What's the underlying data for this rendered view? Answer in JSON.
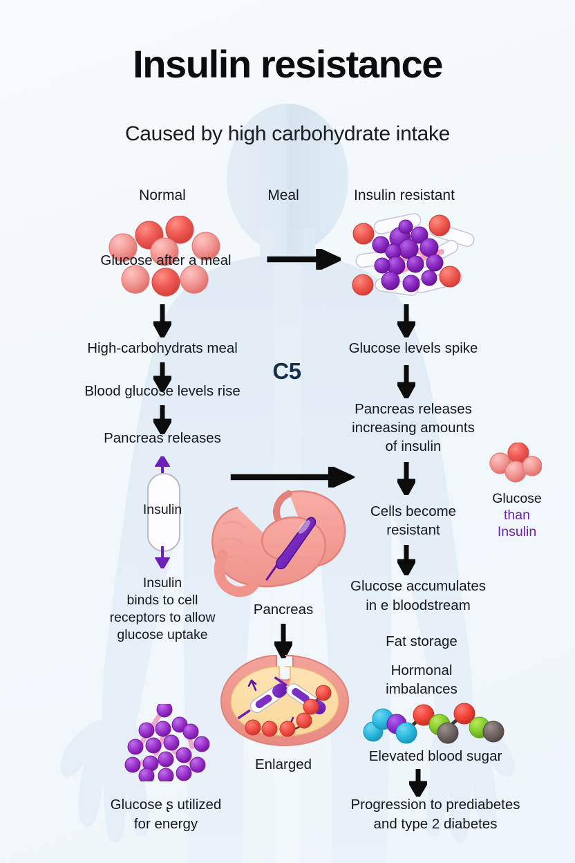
{
  "header": {
    "title": "Insulin resistance",
    "subtitle": "Caused by high carbohydrate intake"
  },
  "watermark": "C5",
  "columns": {
    "left_header": "Normal",
    "center_header": "Meal",
    "right_header": "Insulin resistant"
  },
  "left_flow": {
    "glucose_cluster_label": "Glucose after a meal",
    "step1": "High-carbohydrats meal",
    "step2": "Blood glucose levels rise",
    "step3": "Pancreas releases",
    "capsule_label": "Insulin",
    "step4_line1": "Insulin",
    "step4_line2": "binds to cell",
    "step4_line3": "receptors to allow",
    "step4_line4": "glucose uptake",
    "bottom_line1": "Glucose ʂ utilized",
    "bottom_line2": "for energy"
  },
  "right_flow": {
    "step1": "Glucose levels spike",
    "step2_line1": "Pancreas releases",
    "step2_line2": "increasing amounts",
    "step2_line3": "of insulin",
    "step3_line1": "Cells become",
    "step3_line2": "resistant",
    "step4_line1": "Glucose accumulates",
    "step4_line2": "in e bloodstream",
    "step5": "Fat storage",
    "step6_line1": "Hormonal",
    "step6_line2": "imbalances",
    "step7": "Elevated blood sugar",
    "step8_line1": "Progression to prediabetes",
    "step8_line2": "and type 2 diabetes"
  },
  "side_legend": {
    "line1": "Glucose",
    "line2": "than",
    "line3": "Insulin"
  },
  "center_illustrations": {
    "pancreas_label": "Pancreas",
    "enlarged_label": "Enlarged"
  },
  "icons": {
    "glucose_cluster": "glucose-molecule-cluster-icon",
    "insulin_resistant_cluster": "insulin-resistance-cluster-icon",
    "pancreas": "pancreas-organ-icon",
    "enlarged_cell": "enlarged-cell-cross-section-icon",
    "purple_molecules": "purple-glucose-molecule-icon",
    "multicolor_chain": "multicolor-molecule-chain-icon",
    "insulin_capsule": "insulin-capsule-icon",
    "body_silhouette": "human-body-silhouette-icon"
  },
  "colors": {
    "background": "#f2f7fb",
    "silhouette": "#dbe7f1",
    "glucose_red": "#ef5350",
    "glucose_pink": "#f08f90",
    "insulin_purple": "#7b2fbe",
    "accent_purple": "#6b21b8",
    "pancreas_pink": "#f09a94",
    "cell_cream": "#fbdfae",
    "text": "#16181c",
    "watermark": "#16314a",
    "arrow": "#0c0c0c"
  }
}
